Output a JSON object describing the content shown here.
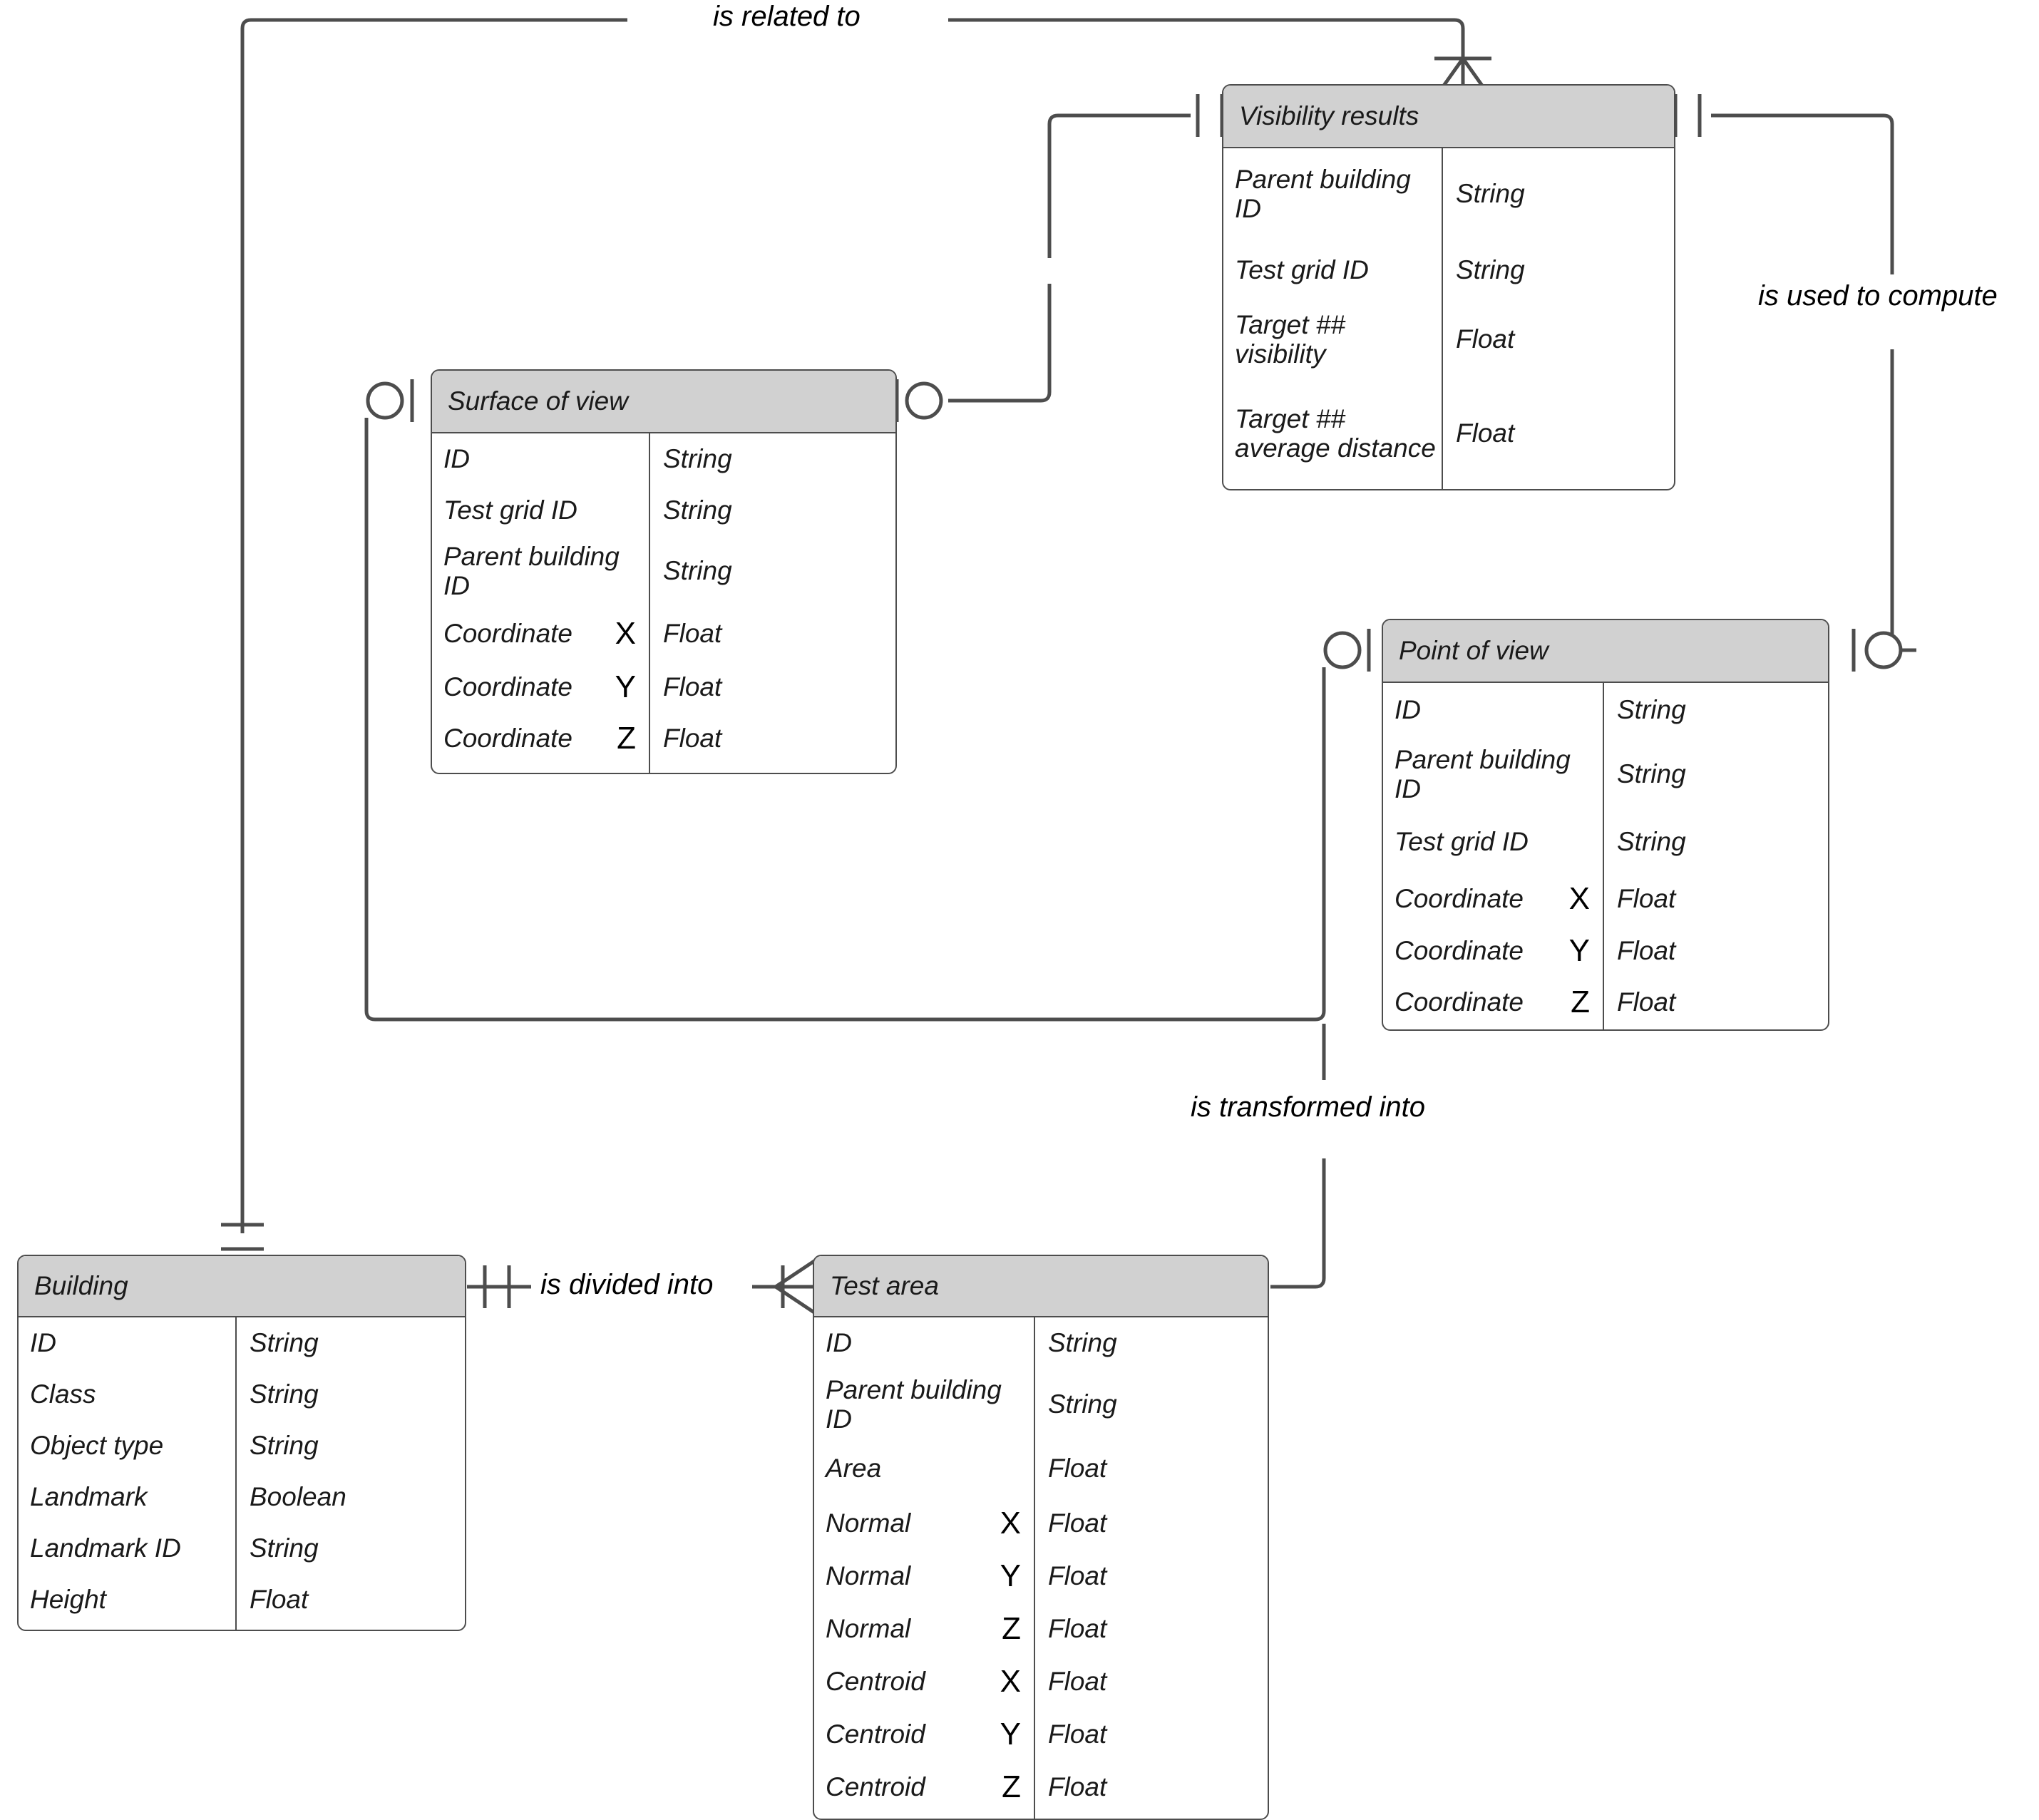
{
  "diagram": {
    "type": "entity-relationship-diagram",
    "entities": [
      {
        "id": "visibility-results",
        "title": "Visibility results",
        "attributes": [
          {
            "name": "Parent building ID",
            "axis": "",
            "type": "String"
          },
          {
            "name": "Test grid ID",
            "axis": "",
            "type": "String"
          },
          {
            "name": "Target ## visibility",
            "axis": "",
            "type": "Float"
          },
          {
            "name": "Target ## average distance",
            "axis": "",
            "type": "Float"
          }
        ]
      },
      {
        "id": "surface-of-view",
        "title": "Surface of view",
        "attributes": [
          {
            "name": "ID",
            "axis": "",
            "type": "String"
          },
          {
            "name": "Test grid ID",
            "axis": "",
            "type": "String"
          },
          {
            "name": "Parent building ID",
            "axis": "",
            "type": "String"
          },
          {
            "name": "Coordinate",
            "axis": "X",
            "type": "Float"
          },
          {
            "name": "Coordinate",
            "axis": "Y",
            "type": "Float"
          },
          {
            "name": "Coordinate",
            "axis": "Z",
            "type": "Float"
          }
        ]
      },
      {
        "id": "point-of-view",
        "title": "Point of view",
        "attributes": [
          {
            "name": "ID",
            "axis": "",
            "type": "String"
          },
          {
            "name": "Parent building ID",
            "axis": "",
            "type": "String"
          },
          {
            "name": "Test grid ID",
            "axis": "",
            "type": "String"
          },
          {
            "name": "Coordinate",
            "axis": "X",
            "type": "Float"
          },
          {
            "name": "Coordinate",
            "axis": "Y",
            "type": "Float"
          },
          {
            "name": "Coordinate",
            "axis": "Z",
            "type": "Float"
          }
        ]
      },
      {
        "id": "building",
        "title": "Building",
        "attributes": [
          {
            "name": "ID",
            "axis": "",
            "type": "String"
          },
          {
            "name": "Class",
            "axis": "",
            "type": "String"
          },
          {
            "name": "Object type",
            "axis": "",
            "type": "String"
          },
          {
            "name": "Landmark",
            "axis": "",
            "type": "Boolean"
          },
          {
            "name": "Landmark ID",
            "axis": "",
            "type": "String"
          },
          {
            "name": "Height",
            "axis": "",
            "type": "Float"
          }
        ]
      },
      {
        "id": "test-area",
        "title": "Test area",
        "attributes": [
          {
            "name": "ID",
            "axis": "",
            "type": "String"
          },
          {
            "name": "Parent building ID",
            "axis": "",
            "type": "String"
          },
          {
            "name": "Area",
            "axis": "",
            "type": "Float"
          },
          {
            "name": "Normal",
            "axis": "X",
            "type": "Float"
          },
          {
            "name": "Normal",
            "axis": "Y",
            "type": "Float"
          },
          {
            "name": "Normal",
            "axis": "Z",
            "type": "Float"
          },
          {
            "name": "Centroid",
            "axis": "X",
            "type": "Float"
          },
          {
            "name": "Centroid",
            "axis": "Y",
            "type": "Float"
          },
          {
            "name": "Centroid",
            "axis": "Z",
            "type": "Float"
          }
        ]
      }
    ],
    "relationships": [
      {
        "id": "is-related-to",
        "label": "is related to",
        "from": "building",
        "to": "visibility-results"
      },
      {
        "id": "is-used-to-compute",
        "label": "is used to compute",
        "from": "visibility-results",
        "to": "point-of-view"
      },
      {
        "id": "is-transformed-into",
        "label": "is transformed into",
        "from": "test-area",
        "to": "point-of-view"
      },
      {
        "id": "is-divided-into",
        "label": "is divided into",
        "from": "building",
        "to": "test-area"
      },
      {
        "id": "surface-visibility-link",
        "label": "",
        "from": "surface-of-view",
        "to": "visibility-results"
      },
      {
        "id": "surface-point-link",
        "label": "",
        "from": "surface-of-view",
        "to": "point-of-view"
      }
    ],
    "colors": {
      "header_fill": "#d1d1d1",
      "body_fill": "#ffffff",
      "stroke": "#4d4d4d",
      "text": "#1a1a1a"
    }
  }
}
